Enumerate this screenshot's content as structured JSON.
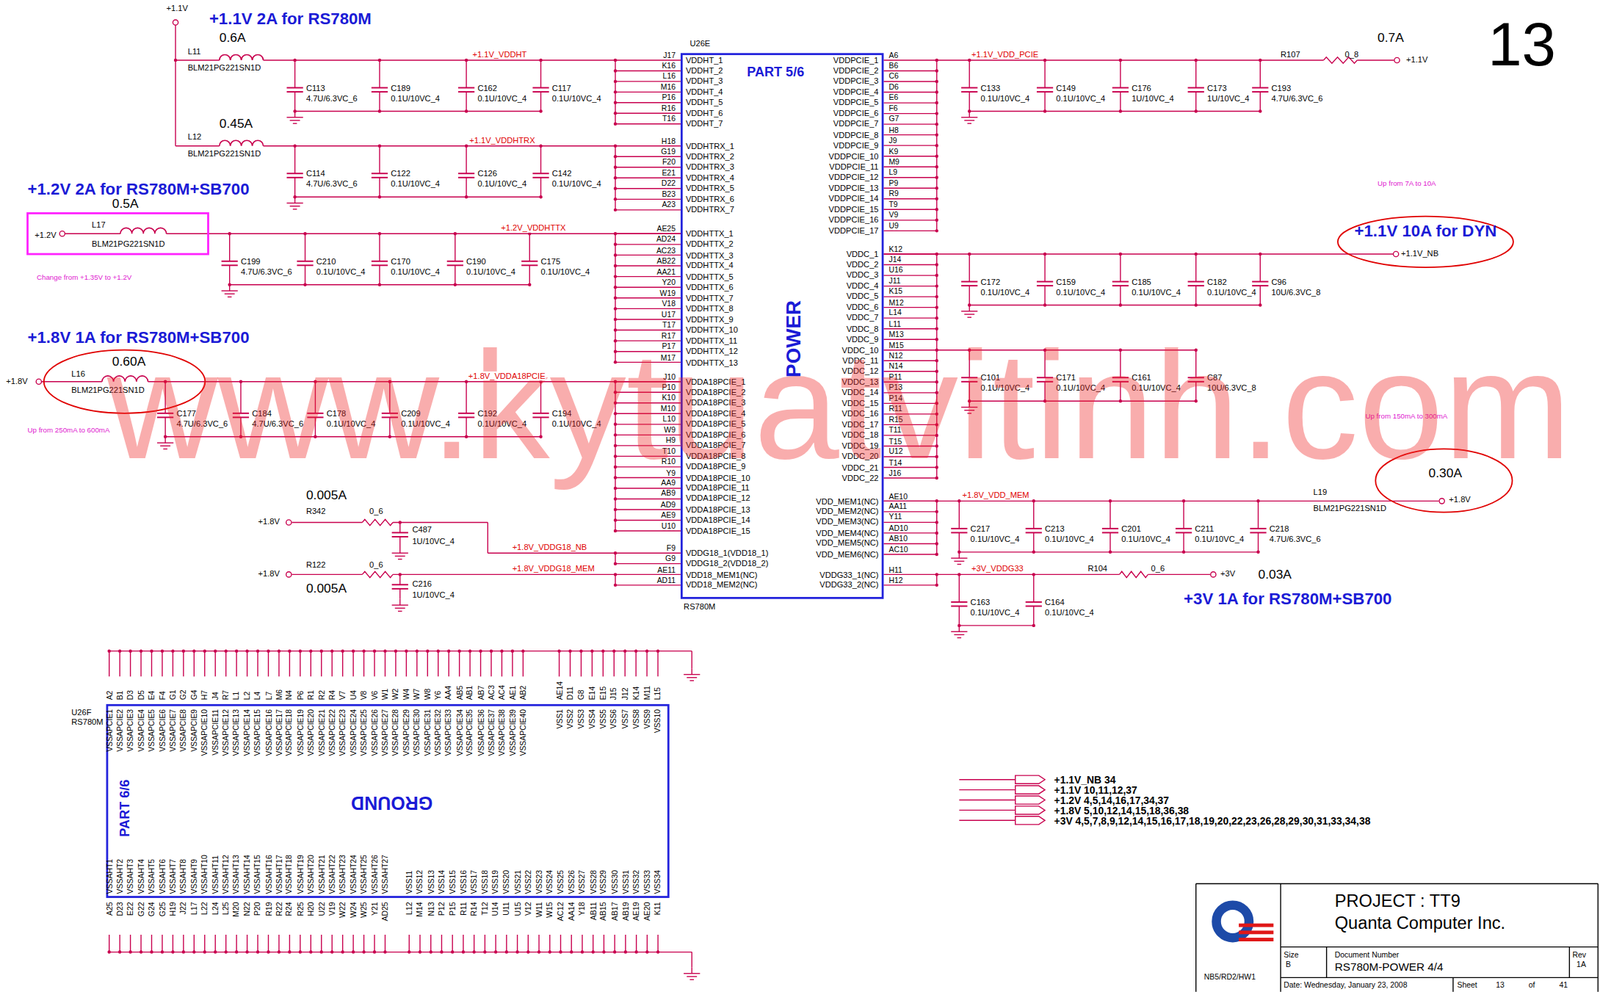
{
  "diagram": {
    "nodes": [
      {
        "text": [
          "U26E",
          "PART 5/6",
          "POWER",
          "RS780M"
        ]
      },
      {
        "text": [
          "U26F",
          "RS780M",
          "PART 6/6",
          "GROUND"
        ]
      },
      {
        "text": [
          "+1.2V",
          "L17",
          "BLM21PG221SN1D"
        ]
      },
      {
        "text": [
          "+1.1V 10A for DYN",
          "+1.1V_NB"
        ]
      },
      {
        "text": [
          "0.60A",
          "L16",
          "BLM21PG221SN1D"
        ]
      },
      {
        "text": [
          "0.30A",
          "+1.8V"
        ]
      }
    ],
    "edges": [
      {
        "from": 2,
        "to": 0,
        "arrow": "none",
        "label": "+1.2V_VDDHTTX"
      },
      {
        "from": 4,
        "to": 0,
        "arrow": "none",
        "label": "+1.8V_VDDA18PCIE"
      },
      {
        "from": 3,
        "to": 0,
        "arrow": "none"
      },
      {
        "from": 5,
        "to": 0,
        "arrow": "none",
        "label": "+1.8V_VDD_MEM"
      }
    ],
    "labels": [
      "+1.1V",
      "+1.1V 2A for RS780M",
      "0.6A",
      "L11",
      "BLM21PG221SN1D",
      "+1.1V_VDDHT",
      "C113",
      "4.7U/6.3VC_6",
      "C189",
      "0.1U/10VC_4",
      "C162",
      "0.1U/10VC_4",
      "C117",
      "0.1U/10VC_4",
      "0.45A",
      "L12",
      "BLM21PG221SN1D",
      "+1.1V_VDDHTRX",
      "C114",
      "4.7U/6.3VC_6",
      "C122",
      "0.1U/10VC_4",
      "C126",
      "0.1U/10VC_4",
      "C142",
      "0.1U/10VC_4",
      "+1.2V 2A for RS780M+SB700",
      "0.5A",
      "Change from +1.35V to +1.2V",
      "C199",
      "4.7U/6.3VC_6",
      "C210",
      "0.1U/10VC_4",
      "C170",
      "0.1U/10VC_4",
      "C190",
      "0.1U/10VC_4",
      "C175",
      "0.1U/10VC_4",
      "+1.8V 1A for RS780M+SB700",
      "+1.8V",
      "Up from 250mA to 600mA",
      "C177",
      "4.7U/6.3VC_6",
      "C184",
      "4.7U/6.3VC_6",
      "C178",
      "0.1U/10VC_4",
      "C209",
      "0.1U/10VC_4",
      "C192",
      "0.1U/10VC_4",
      "C194",
      "0.1U/10VC_4",
      "0.005A",
      "+1.8V",
      "R342",
      "0_6",
      "C487",
      "1U/10VC_4",
      "+1.8V_VDDG18_NB",
      "+1.8V",
      "R122",
      "0_6",
      "0.005A",
      "C216",
      "1U/10VC_4",
      "+1.8V_VDDG18_MEM",
      "J17",
      "VDDHT_1",
      "K16",
      "VDDHT_2",
      "L16",
      "VDDHT_3",
      "M16",
      "VDDHT_4",
      "P16",
      "VDDHT_5",
      "R16",
      "VDDHT_6",
      "T16",
      "VDDHT_7",
      "H18",
      "VDDHTRX_1",
      "G19",
      "VDDHTRX_2",
      "F20",
      "VDDHTRX_3",
      "E21",
      "VDDHTRX_4",
      "D22",
      "VDDHTRX_5",
      "B23",
      "VDDHTRX_6",
      "A23",
      "VDDHTRX_7",
      "AE25",
      "VDDHTTX_1",
      "AD24",
      "VDDHTTX_2",
      "AC23",
      "VDDHTTX_3",
      "AB22",
      "VDDHTTX_4",
      "AA21",
      "VDDHTTX_5",
      "Y20",
      "VDDHTTX_6",
      "W19",
      "VDDHTTX_7",
      "V18",
      "VDDHTTX_8",
      "U17",
      "VDDHTTX_9",
      "T17",
      "VDDHTTX_10",
      "R17",
      "VDDHTTX_11",
      "P17",
      "VDDHTTX_12",
      "M17",
      "VDDHTTX_13",
      "J10",
      "VDDA18PCIE_1",
      "P10",
      "VDDA18PCIE_2",
      "K10",
      "VDDA18PCIE_3",
      "M10",
      "VDDA18PCIE_4",
      "L10",
      "VDDA18PCIE_5",
      "W9",
      "VDDA18PCIE_6",
      "H9",
      "VDDA18PCIE_7",
      "T10",
      "VDDA18PCIE_8",
      "R10",
      "VDDA18PCIE_9",
      "Y9",
      "VDDA18PCIE_10",
      "AA9",
      "VDDA18PCIE_11",
      "AB9",
      "VDDA18PCIE_12",
      "AD9",
      "VDDA18PCIE_13",
      "AE9",
      "VDDA18PCIE_14",
      "U10",
      "VDDA18PCIE_15",
      "F9",
      "VDDG18_1(VDD18_1)",
      "G9",
      "VDDG18_2(VDD18_2)",
      "AE11",
      "VDD18_MEM1(NC)",
      "AD11",
      "VDD18_MEM2(NC)",
      "A6",
      "VDDPCIE_1",
      "B6",
      "VDDPCIE_2",
      "C6",
      "VDDPCIE_3",
      "D6",
      "VDDPCIE_4",
      "E6",
      "VDDPCIE_5",
      "F6",
      "VDDPCIE_6",
      "G7",
      "VDDPCIE_7",
      "H8",
      "VDDPCIE_8",
      "J9",
      "VDDPCIE_9",
      "K9",
      "VDDPCIE_10",
      "M9",
      "VDDPCIE_11",
      "L9",
      "VDDPCIE_12",
      "P9",
      "VDDPCIE_13",
      "R9",
      "VDDPCIE_14",
      "T9",
      "VDDPCIE_15",
      "V9",
      "VDDPCIE_16",
      "U9",
      "VDDPCIE_17",
      "K12",
      "VDDC_1",
      "J14",
      "VDDC_2",
      "U16",
      "VDDC_3",
      "J11",
      "VDDC_4",
      "K15",
      "VDDC_5",
      "M12",
      "VDDC_6",
      "L14",
      "VDDC_7",
      "L11",
      "VDDC_8",
      "M13",
      "VDDC_9",
      "M15",
      "VDDC_10",
      "N12",
      "VDDC_11",
      "N14",
      "VDDC_12",
      "P11",
      "VDDC_13",
      "P13",
      "VDDC_14",
      "P14",
      "VDDC_15",
      "R11",
      "VDDC_16",
      "R15",
      "VDDC_17",
      "T11",
      "VDDC_18",
      "T15",
      "VDDC_19",
      "U12",
      "VDDC_20",
      "T14",
      "VDDC_21",
      "J16",
      "VDDC_22",
      "AE10",
      "VDD_MEM1(NC)",
      "AA11",
      "VDD_MEM2(NC)",
      "Y11",
      "VDD_MEM3(NC)",
      "AD10",
      "VDD_MEM4(NC)",
      "AB10",
      "VDD_MEM5(NC)",
      "AC10",
      "VDD_MEM6(NC)",
      "H11",
      "VDDG33_1(NC)",
      "H12",
      "VDDG33_2(NC)",
      "+1.1V_VDD_PCIE",
      "0.7A",
      "R107",
      "0_8",
      "+1.1V",
      "C133",
      "0.1U/10VC_4",
      "C149",
      "0.1U/10VC_4",
      "C176",
      "1U/10VC_4",
      "C173",
      "1U/10VC_4",
      "C193",
      "4.7U/6.3VC_6",
      "Up from 7A to 10A",
      "C172",
      "0.1U/10VC_4",
      "C159",
      "0.1U/10VC_4",
      "C185",
      "0.1U/10VC_4",
      "C182",
      "0.1U/10VC_4",
      "C96",
      "10U/6.3VC_8",
      "C101",
      "0.1U/10VC_4",
      "C171",
      "0.1U/10VC_4",
      "C161",
      "0.1U/10VC_4",
      "C87",
      "10U/6.3VC_8",
      "Up from 150mA to 300mA",
      "L19",
      "BLM21PG221SN1D",
      "C217",
      "0.1U/10VC_4",
      "C213",
      "0.1U/10VC_4",
      "C201",
      "0.1U/10VC_4",
      "C211",
      "0.1U/10VC_4",
      "C218",
      "4.7U/6.3VC_6",
      "+3V_VDDG33",
      "R104",
      "0_6",
      "+3V",
      "0.03A",
      "C163",
      "0.1U/10VC_4",
      "C164",
      "0.1U/10VC_4",
      "+3V 1A for RS780M+SB700",
      "13",
      "www.kytuatvitinh.com",
      "A2",
      "VSSAPCIE1",
      "B1",
      "VSSAPCIE2",
      "D3",
      "VSSAPCIE3",
      "D5",
      "VSSAPCIE4",
      "E4",
      "VSSAPCIE5",
      "F4",
      "VSSAPCIE6",
      "G1",
      "VSSAPCIE7",
      "G2",
      "VSSAPCIE8",
      "G4",
      "VSSAPCIE9",
      "H7",
      "VSSAPCIE10",
      "J4",
      "VSSAPCIE11",
      "R7",
      "VSSAPCIE12",
      "L1",
      "VSSAPCIE13",
      "L2",
      "VSSAPCIE14",
      "L4",
      "VSSAPCIE15",
      "L7",
      "VSSAPCIE16",
      "M6",
      "VSSAPCIE17",
      "N4",
      "VSSAPCIE18",
      "P6",
      "VSSAPCIE19",
      "R1",
      "VSSAPCIE20",
      "R2",
      "VSSAPCIE21",
      "R4",
      "VSSAPCIE22",
      "V7",
      "VSSAPCIE23",
      "U4",
      "VSSAPCIE24",
      "V8",
      "VSSAPCIE25",
      "V6",
      "VSSAPCIE26",
      "W1",
      "VSSAPCIE27",
      "W2",
      "VSSAPCIE28",
      "W4",
      "VSSAPCIE29",
      "W7",
      "VSSAPCIE30",
      "W8",
      "VSSAPCIE31",
      "Y6",
      "VSSAPCIE32",
      "AA4",
      "VSSAPCIE33",
      "AB5",
      "VSSAPCIE34",
      "AB1",
      "VSSAPCIE35",
      "AB7",
      "VSSAPCIE36",
      "AC3",
      "VSSAPCIE37",
      "AC4",
      "VSSAPCIE38",
      "AE1",
      "VSSAPCIE39",
      "AB2",
      "VSSAPCIE40",
      "AE14",
      "VSS1",
      "D11",
      "VSS2",
      "G8",
      "VSS3",
      "E14",
      "VSS4",
      "E15",
      "VSS5",
      "J15",
      "VSS6",
      "J12",
      "VSS7",
      "K14",
      "VSS8",
      "M11",
      "VSS9",
      "L15",
      "VSS10",
      "A25",
      "VSSAHT1",
      "D23",
      "VSSAHT2",
      "E22",
      "VSSAHT3",
      "G22",
      "VSSAHT4",
      "G24",
      "VSSAHT5",
      "G25",
      "VSSAHT6",
      "H19",
      "VSSAHT7",
      "J22",
      "VSSAHT8",
      "L17",
      "VSSAHT9",
      "L22",
      "VSSAHT10",
      "L24",
      "VSSAHT11",
      "L25",
      "VSSAHT12",
      "M20",
      "VSSAHT13",
      "N22",
      "VSSAHT14",
      "P20",
      "VSSAHT15",
      "R19",
      "VSSAHT16",
      "R22",
      "VSSAHT17",
      "R24",
      "VSSAHT18",
      "R25",
      "VSSAHT19",
      "H20",
      "VSSAHT20",
      "U22",
      "VSSAHT21",
      "V19",
      "VSSAHT22",
      "W22",
      "VSSAHT23",
      "W24",
      "VSSAHT24",
      "W25",
      "VSSAHT25",
      "Y21",
      "VSSAHT26",
      "AD25",
      "VSSAHT27",
      "L12",
      "VSS11",
      "M14",
      "VSS12",
      "N13",
      "VSS13",
      "P12",
      "VSS14",
      "P15",
      "VSS15",
      "R11",
      "VSS16",
      "R14",
      "VSS17",
      "T12",
      "VSS18",
      "U14",
      "VSS19",
      "U11",
      "VSS20",
      "U15",
      "VSS21",
      "V12",
      "VSS22",
      "W11",
      "VSS23",
      "W15",
      "VSS24",
      "AC12",
      "VSS25",
      "AA14",
      "VSS26",
      "Y18",
      "VSS27",
      "AB11",
      "VSS28",
      "AB15",
      "VSS29",
      "AB17",
      "VSS30",
      "AB19",
      "VSS31",
      "AE19",
      "VSS32",
      "AE20",
      "VSS33",
      "K11",
      "VSS34",
      "+1.1V_NB 34",
      "+1.1V 10,11,12,37",
      "+1.2V 4,5,14,16,17,34,37",
      "+1.8V 5,10,12,14,15,18,36,38",
      "+3V 4,5,7,8,9,12,14,15,16,17,18,19,20,22,23,26,28,29,30,31,33,34,38",
      "PROJECT : TT9",
      "Quanta Computer Inc.",
      "NB5/RD2/HW1",
      "Size",
      "B",
      "Document Number",
      "RS780M-POWER 4/4",
      "Rev",
      "1A",
      "Date: Wednesday, January 23, 2008",
      "Sheet",
      "13",
      "of",
      "41"
    ]
  }
}
